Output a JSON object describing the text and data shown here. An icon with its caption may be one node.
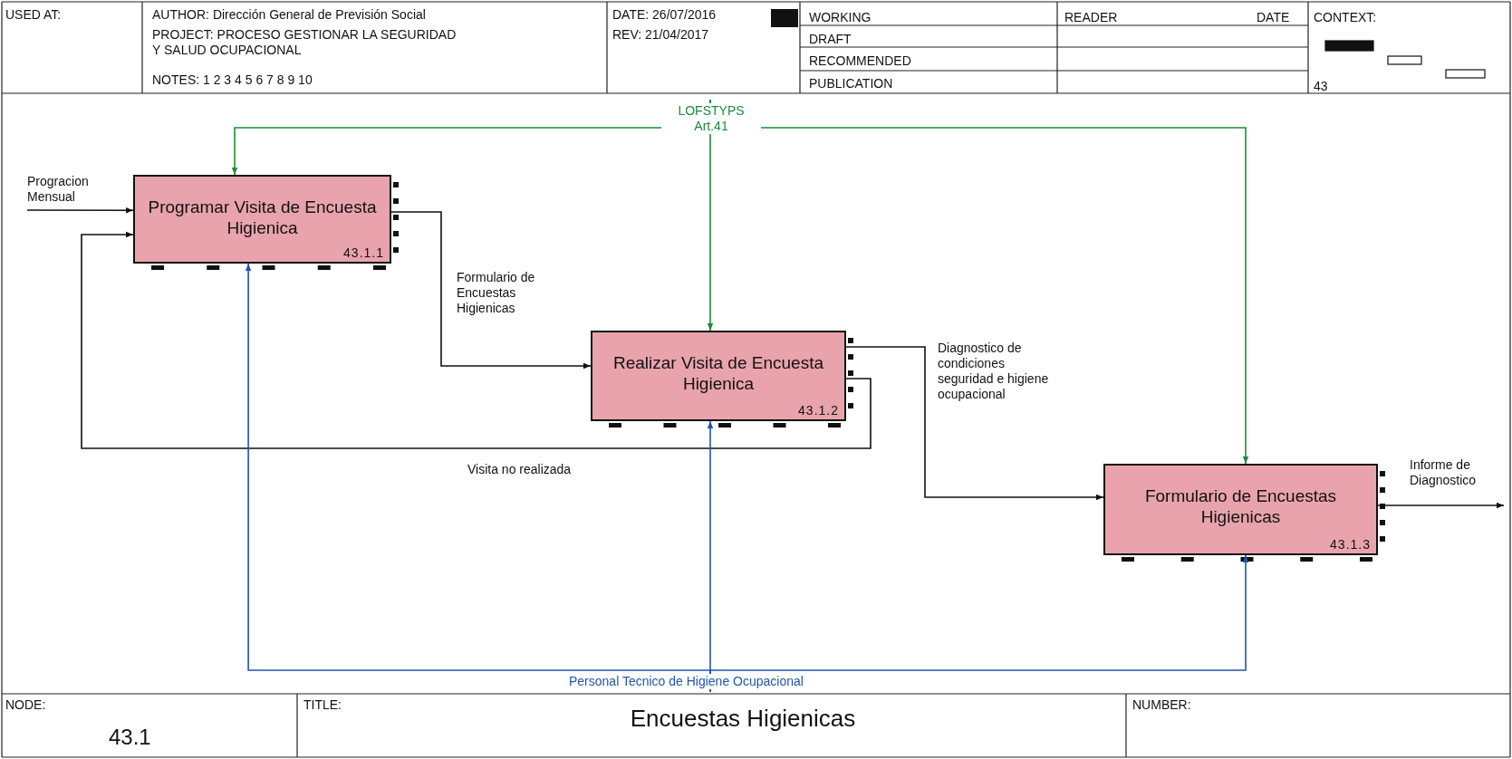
{
  "diagram": {
    "nodes": [
      {
        "text": [
          "Programar Visita de Encuesta Higienica",
          "43.1.1"
        ]
      },
      {
        "text": [
          "Realizar Visita de Encuesta Higienica",
          "43.1.2"
        ]
      },
      {
        "text": [
          "Formulario de Encuestas Higienicas",
          "43.1.3"
        ]
      }
    ],
    "edges": [
      {
        "from": null,
        "to": 0,
        "arrow": "to",
        "label": "Progracion Mensual"
      },
      {
        "from": 0,
        "to": 1,
        "arrow": "to",
        "label": "Formulario de Encuestas Higienicas"
      },
      {
        "from": 1,
        "to": 2,
        "arrow": "to",
        "label": "Diagnostico de condiciones seguridad e higiene ocupacional"
      },
      {
        "from": 1,
        "to": 0,
        "arrow": "to",
        "label": "Visita no realizada"
      },
      {
        "from": 2,
        "to": null,
        "arrow": "to",
        "label": "Informe de Diagnostico"
      },
      {
        "from": null,
        "to": 0,
        "arrow": "to",
        "color": "#1f8a3c"
      },
      {
        "from": null,
        "to": 1,
        "arrow": "to",
        "label": "LOFSTYPS Art.41",
        "color": "#1f8a3c"
      },
      {
        "from": null,
        "to": 2,
        "arrow": "to",
        "color": "#1f8a3c"
      },
      {
        "from": null,
        "to": 0,
        "arrow": "to",
        "color": "#2056b0"
      },
      {
        "from": null,
        "to": 1,
        "arrow": "to",
        "label": "Personal Tecnico de Higiene Ocupacional",
        "color": "#2056b0"
      },
      {
        "from": null,
        "to": 2,
        "arrow": "to",
        "color": "#2056b0"
      }
    ],
    "labels": [
      "USED AT:",
      "AUTHOR: Dirección General de Previsión Social",
      "DATE: 26/07/2016",
      "WORKING",
      "READER",
      "DATE",
      "CONTEXT:",
      "PROJECT: PROCESO GESTIONAR LA SEGURIDAD Y SALUD OCUPACIONAL",
      "REV: 21/04/2017",
      "DRAFT",
      "RECOMMENDED",
      "NOTES: 1 2 3 4 5 6 7 8 9 10",
      "PUBLICATION",
      "43",
      "NODE:",
      "TITLE:",
      "Encuestas Higienicas",
      "NUMBER:",
      "43.1"
    ]
  }
}
